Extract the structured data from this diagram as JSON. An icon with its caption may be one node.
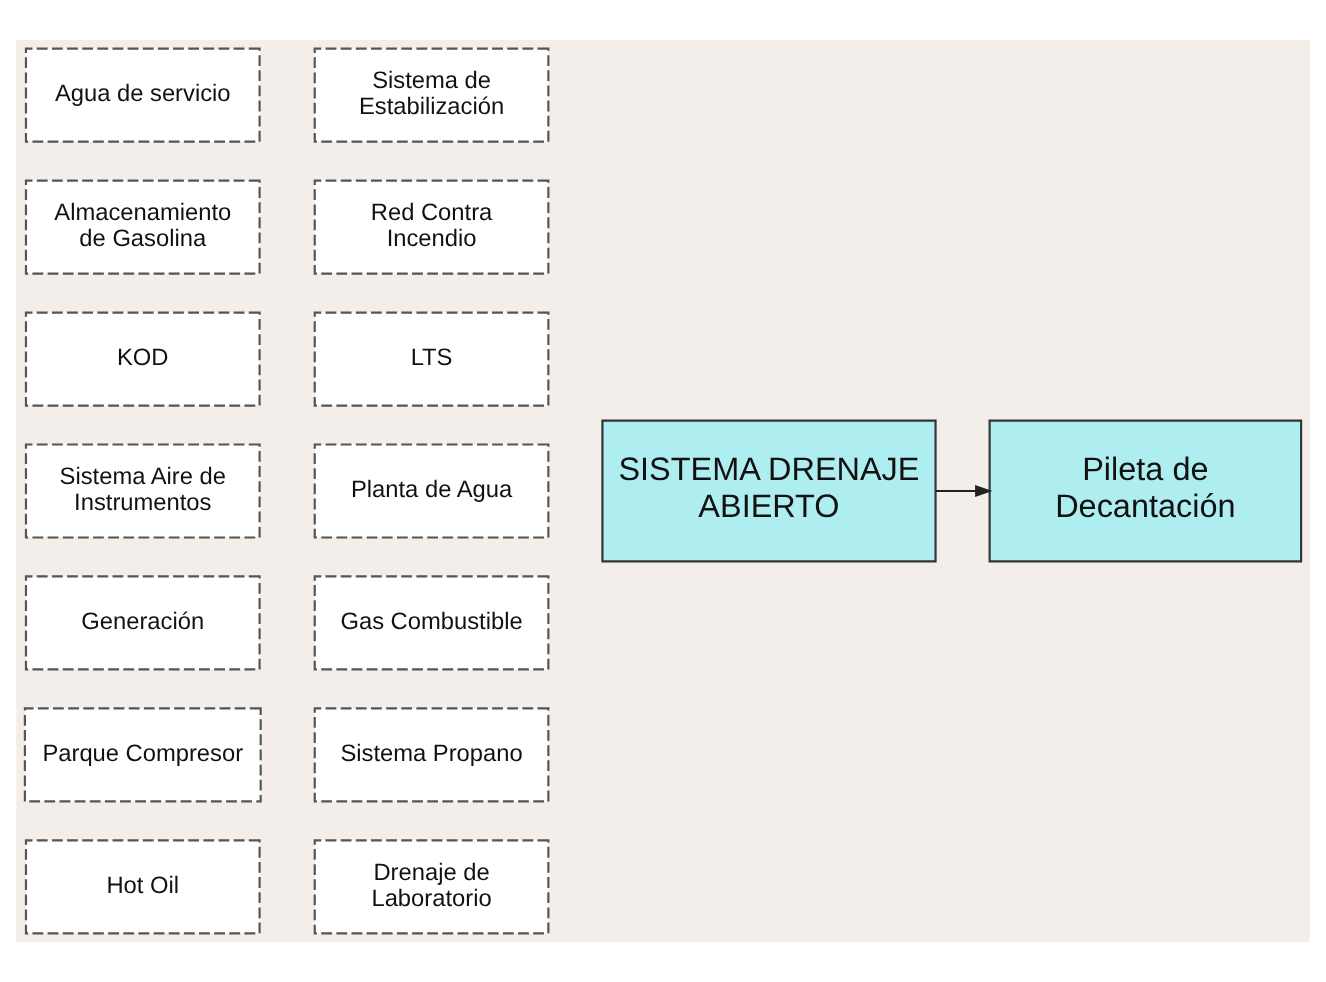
{
  "diagram": {
    "nodes": [
      {
        "text": [
          "Agua de servicio"
        ]
      },
      {
        "text": [
          "Sistema de Estabilización"
        ]
      },
      {
        "text": [
          "Almacenamiento de Gasolina"
        ]
      },
      {
        "text": [
          "Red Contra Incendio"
        ]
      },
      {
        "text": [
          "KOD"
        ]
      },
      {
        "text": [
          "LTS"
        ]
      },
      {
        "text": [
          "Sistema Aire de Instrumentos"
        ]
      },
      {
        "text": [
          "Planta de Agua"
        ]
      },
      {
        "text": [
          "Generación"
        ]
      },
      {
        "text": [
          "Gas Combustible"
        ]
      },
      {
        "text": [
          "Parque Compresor"
        ]
      },
      {
        "text": [
          "Sistema Propano"
        ]
      },
      {
        "text": [
          "Hot Oil"
        ]
      },
      {
        "text": [
          "Drenaje de Laboratorio"
        ]
      },
      {
        "text": [
          "SISTEMA DRENAJE ABIERTO"
        ]
      },
      {
        "text": [
          "Pileta de Decantación"
        ]
      }
    ],
    "edges": [
      {
        "from": 14,
        "to": 15,
        "arrow": "to"
      }
    ]
  }
}
